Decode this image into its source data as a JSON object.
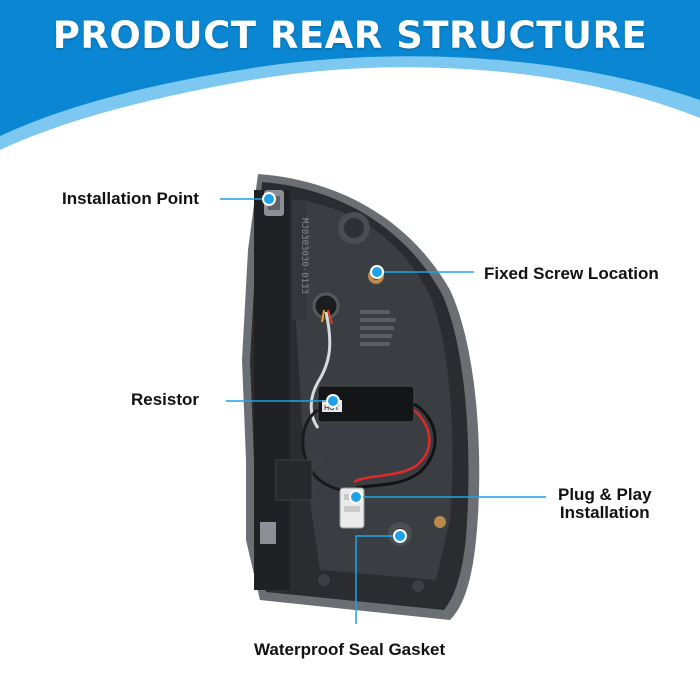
{
  "banner": {
    "title": "PRODUCT REAR STRUCTURE",
    "colors": {
      "primary": "#0a86d2",
      "light": "#6cc0ee"
    }
  },
  "callouts": {
    "installation_point": "Installation Point",
    "fixed_screw_location": "Fixed Screw Location",
    "resistor": "Resistor",
    "plug_and_play": {
      "line1": "Plug & Play",
      "line2": "Installation"
    },
    "waterproof_seal_gasket": "Waterproof Seal Gasket"
  },
  "callout_marker_color": "#1fa3e8",
  "product": {
    "housing_stamp": "MJ0303030-0133",
    "resistor_tag": "HOT"
  }
}
